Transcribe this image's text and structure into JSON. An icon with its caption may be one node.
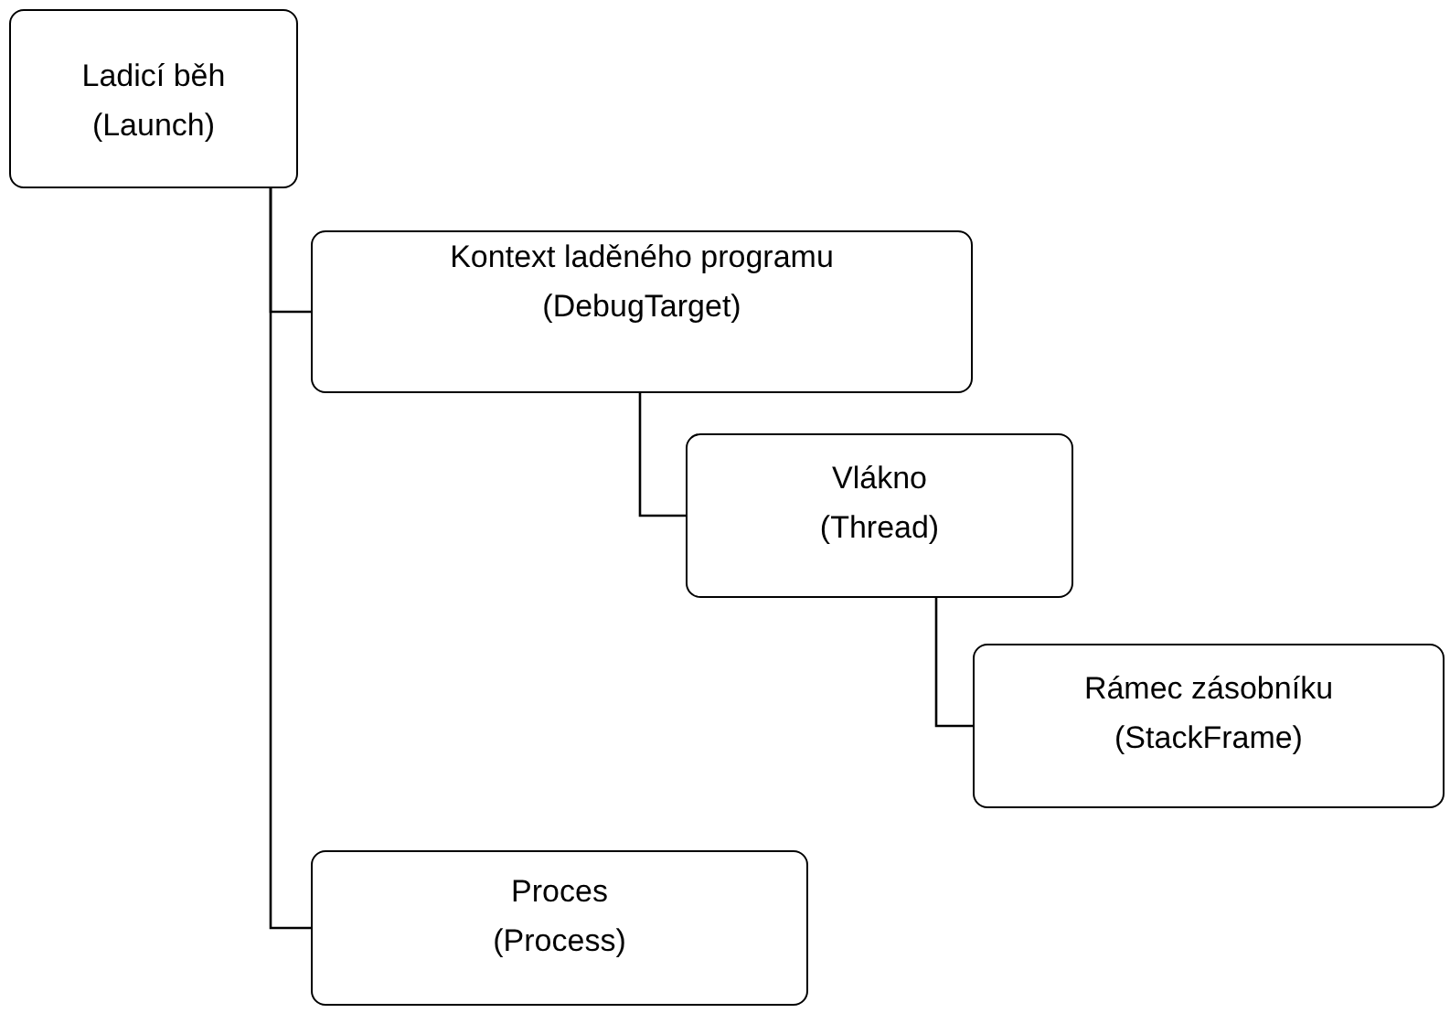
{
  "diagram": {
    "nodes": [
      {
        "text": [
          "Ladicí běh",
          "(Launch)"
        ]
      },
      {
        "text": [
          "Kontext laděného programu",
          "(DebugTarget)"
        ]
      },
      {
        "text": [
          "Vlákno",
          "(Thread)"
        ]
      },
      {
        "text": [
          "Rámec zásobníku",
          "(StackFrame)"
        ]
      },
      {
        "text": [
          "Proces",
          "(Process)"
        ]
      }
    ],
    "edges": [
      {
        "from": 0,
        "to": 1,
        "arrow": "none"
      },
      {
        "from": 0,
        "to": 4,
        "arrow": "none"
      },
      {
        "from": 1,
        "to": 2,
        "arrow": "none"
      },
      {
        "from": 2,
        "to": 3,
        "arrow": "none"
      }
    ]
  }
}
